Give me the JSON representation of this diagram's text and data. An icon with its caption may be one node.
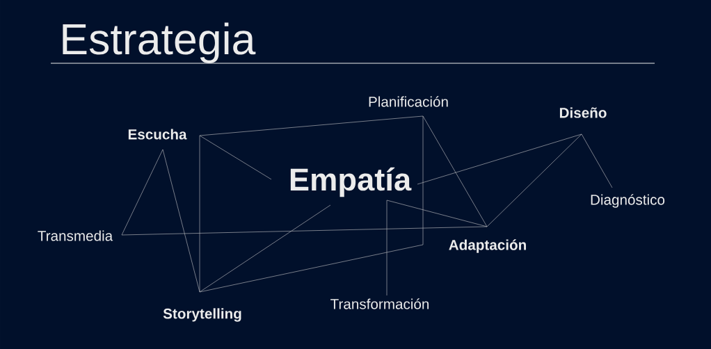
{
  "diagram": {
    "title": "Estrategia",
    "nodes": [
      {
        "text": [
          "Escucha"
        ]
      },
      {
        "text": [
          "Planificación"
        ]
      },
      {
        "text": [
          "Diseño"
        ]
      },
      {
        "text": [
          "Empatía"
        ]
      },
      {
        "text": [
          "Diagnóstico"
        ]
      },
      {
        "text": [
          "Transmedia"
        ]
      },
      {
        "text": [
          "Adaptación"
        ]
      },
      {
        "text": [
          "Storytelling"
        ]
      },
      {
        "text": [
          "Transformación"
        ]
      }
    ],
    "edges": [
      {
        "from": 0,
        "to": 1,
        "arrow": "none"
      },
      {
        "from": 0,
        "to": 7,
        "arrow": "none"
      },
      {
        "from": 0,
        "to": 3,
        "arrow": "none"
      },
      {
        "from": 0,
        "to": 7,
        "arrow": "none"
      },
      {
        "from": 0,
        "to": 5,
        "arrow": "none"
      },
      {
        "from": 1,
        "to": 7,
        "arrow": "none"
      },
      {
        "from": 1,
        "to": 6,
        "arrow": "none"
      },
      {
        "from": 5,
        "to": 6,
        "arrow": "none"
      },
      {
        "from": 7,
        "to": 3,
        "arrow": "none"
      },
      {
        "from": 3,
        "to": 2,
        "arrow": "none"
      },
      {
        "from": 2,
        "to": 6,
        "arrow": "none"
      },
      {
        "from": 2,
        "to": 4,
        "arrow": "none"
      },
      {
        "from": 8,
        "to": 6,
        "arrow": "none"
      }
    ]
  }
}
